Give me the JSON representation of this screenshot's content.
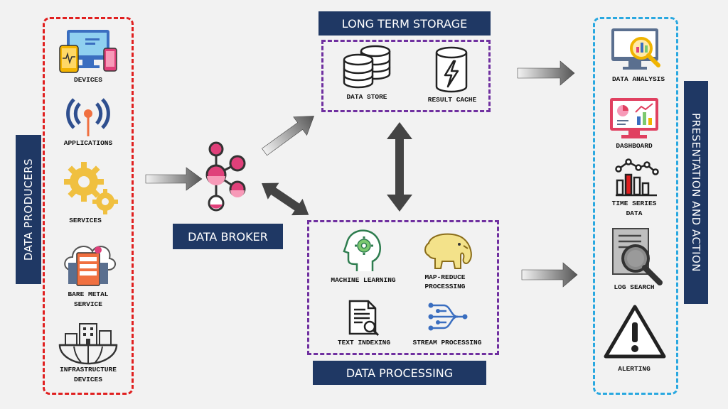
{
  "producers": {
    "title": "DATA PRODUCERS",
    "items": [
      "DEVICES",
      "APPLICATIONS",
      "SERVICES",
      "BARE METAL SERVICE",
      "INFRASTRUCTURE DEVICES"
    ],
    "bare_metal": [
      "BARE METAL",
      "SERVICE"
    ],
    "infra": [
      "INFRASTRUCTURE",
      "DEVICES"
    ],
    "frame_color": "#e02020"
  },
  "broker": {
    "title": "DATA BROKER"
  },
  "storage": {
    "title": "LONG TERM STORAGE",
    "items": [
      "DATA STORE",
      "RESULT CACHE"
    ],
    "frame_color": "#7030a0"
  },
  "processing": {
    "title": "DATA PROCESSING",
    "items": [
      "MACHINE LEARNING",
      "MAP-REDUCE PROCESSING",
      "TEXT INDEXING",
      "STREAM PROCESSING"
    ],
    "map_reduce": [
      "MAP-REDUCE",
      "PROCESSING"
    ],
    "frame_color": "#7030a0"
  },
  "presentation": {
    "title": "PRESENTATION AND ACTION",
    "items": [
      "DATA ANALYSIS",
      "DASHBOARD",
      "TIME SERIES DATA",
      "LOG SEARCH",
      "ALERTING"
    ],
    "time_series": [
      "TIME SERIES",
      "DATA"
    ],
    "frame_color": "#2aa8e0"
  },
  "colors": {
    "navy": "#1f3864",
    "accent_pink": "#e0407a",
    "gear": "#f0c040"
  }
}
